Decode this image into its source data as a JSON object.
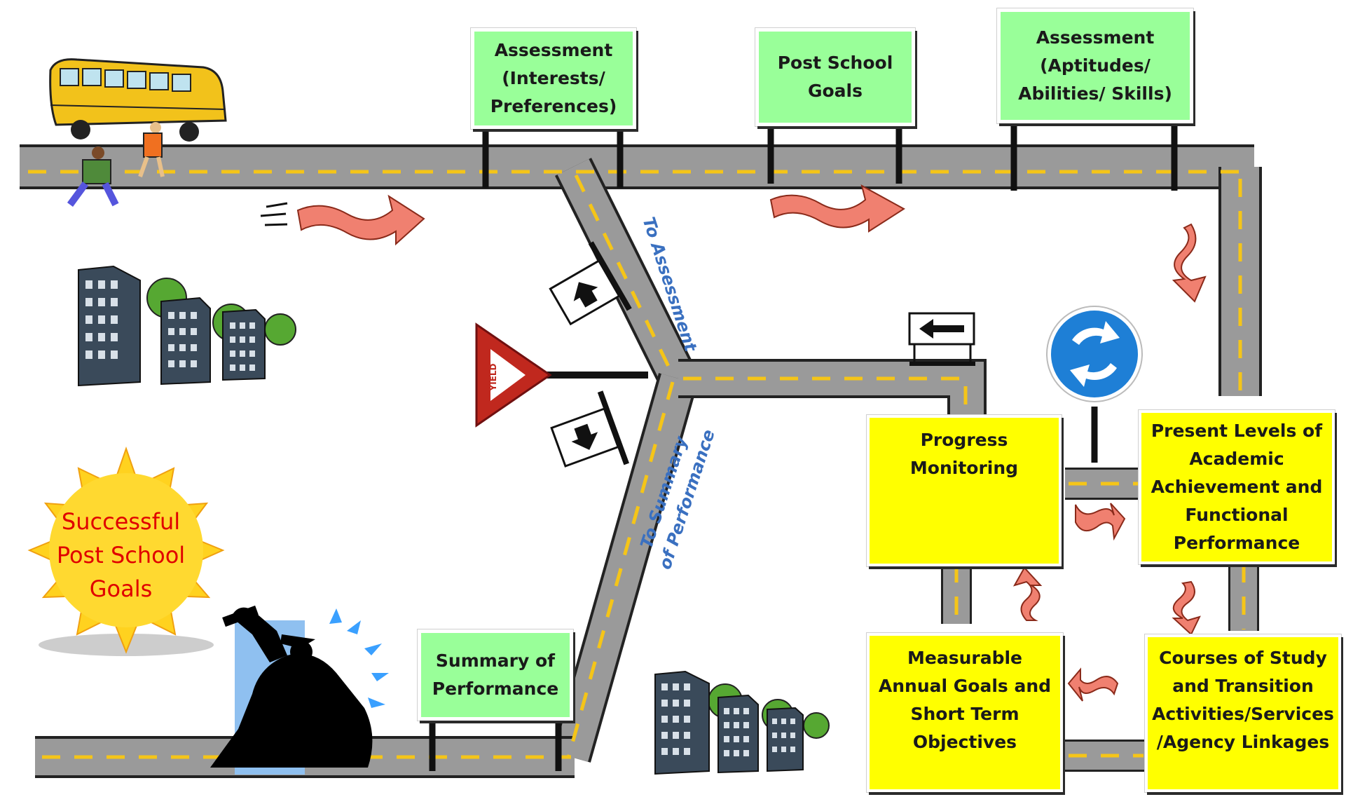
{
  "signs": {
    "assessment_interests": "Assessment\n(Interests/\nPreferences)",
    "post_school_goals": "Post School\nGoals",
    "assessment_aptitudes": "Assessment\n(Aptitudes/\nAbilities/ Skills)",
    "summary_of_performance": "Summary of\nPerformance",
    "progress_monitoring": "Progress\nMonitoring",
    "present_levels": "Present Levels of\nAcademic\nAchievement and\nFunctional\nPerformance",
    "measurable_goals": "Measurable\nAnnual Goals and\nShort Term\nObjectives",
    "courses_of_study": "Courses of Study\nand Transition\nActivities/Services\n/Agency Linkages"
  },
  "road_labels": {
    "to_assessment": "To Assessment",
    "to_summary_line1": "To Summary",
    "to_summary_line2": "of Performance"
  },
  "yield_text": "YIELD",
  "sun_text": "Successful\nPost School\nGoals",
  "colors": {
    "green_sign": "#99ff99",
    "yellow_sign": "#ffff00",
    "road": "#9a9a9a",
    "road_dash": "#f5c518",
    "arrow": "#f08070",
    "sun": "#ffd21f",
    "roundabout": "#1e7fd6",
    "yield": "#c0281e"
  }
}
